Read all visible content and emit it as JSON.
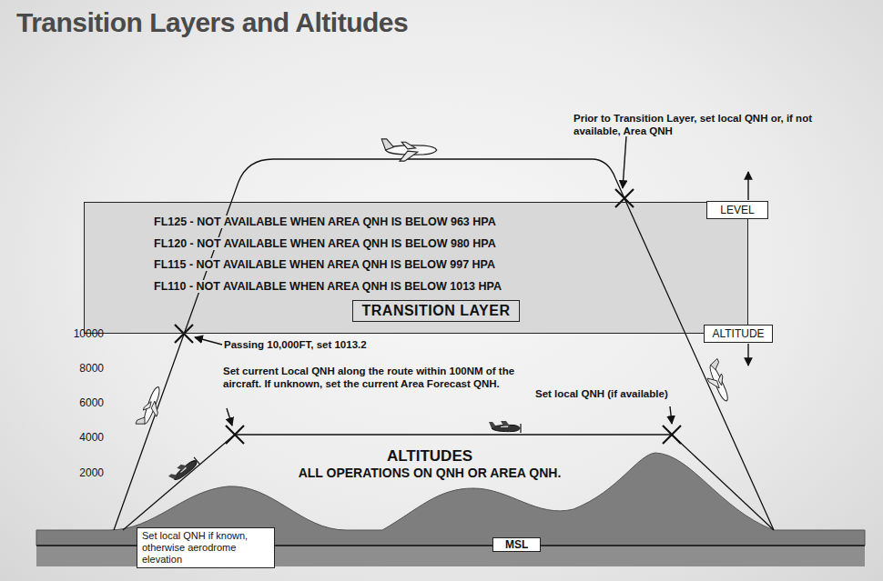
{
  "diagram": {
    "title": "Transition Layers and Altitudes",
    "nodes": [
      {
        "text": [
          "FL125 - NOT AVAILABLE WHEN AREA QNH IS BELOW 963 HPA",
          "FL120 - NOT AVAILABLE WHEN AREA QNH IS BELOW 980 HPA",
          "FL115 - NOT AVAILABLE WHEN AREA QNH IS BELOW 997 HPA",
          "FL110 - NOT AVAILABLE WHEN AREA QNH IS BELOW 1013 HPA"
        ]
      },
      {
        "text": [
          "TRANSITION LAYER"
        ],
        "in": 0
      },
      {
        "text": [
          "LEVEL"
        ]
      },
      {
        "text": [
          "ALTITUDE"
        ]
      },
      {
        "text": [
          "Set local QNH if known, otherwise aerodrome elevation"
        ]
      },
      {
        "text": [
          "MSL"
        ]
      }
    ],
    "labels": [
      "Prior to Transition Layer, set local QNH or, if not available, Area QNH",
      "10000",
      "Passing 10,000FT, set 1013.2",
      "8000",
      "6000",
      "4000",
      "2000",
      "Set current Local QNH along the route within 100NM of the aircraft. If unknown, set the current Area Forecast QNH.",
      "Set local QNH (if available)",
      "ALTITUDES",
      "ALL OPERATIONS ON QNH OR AREA QNH."
    ]
  }
}
